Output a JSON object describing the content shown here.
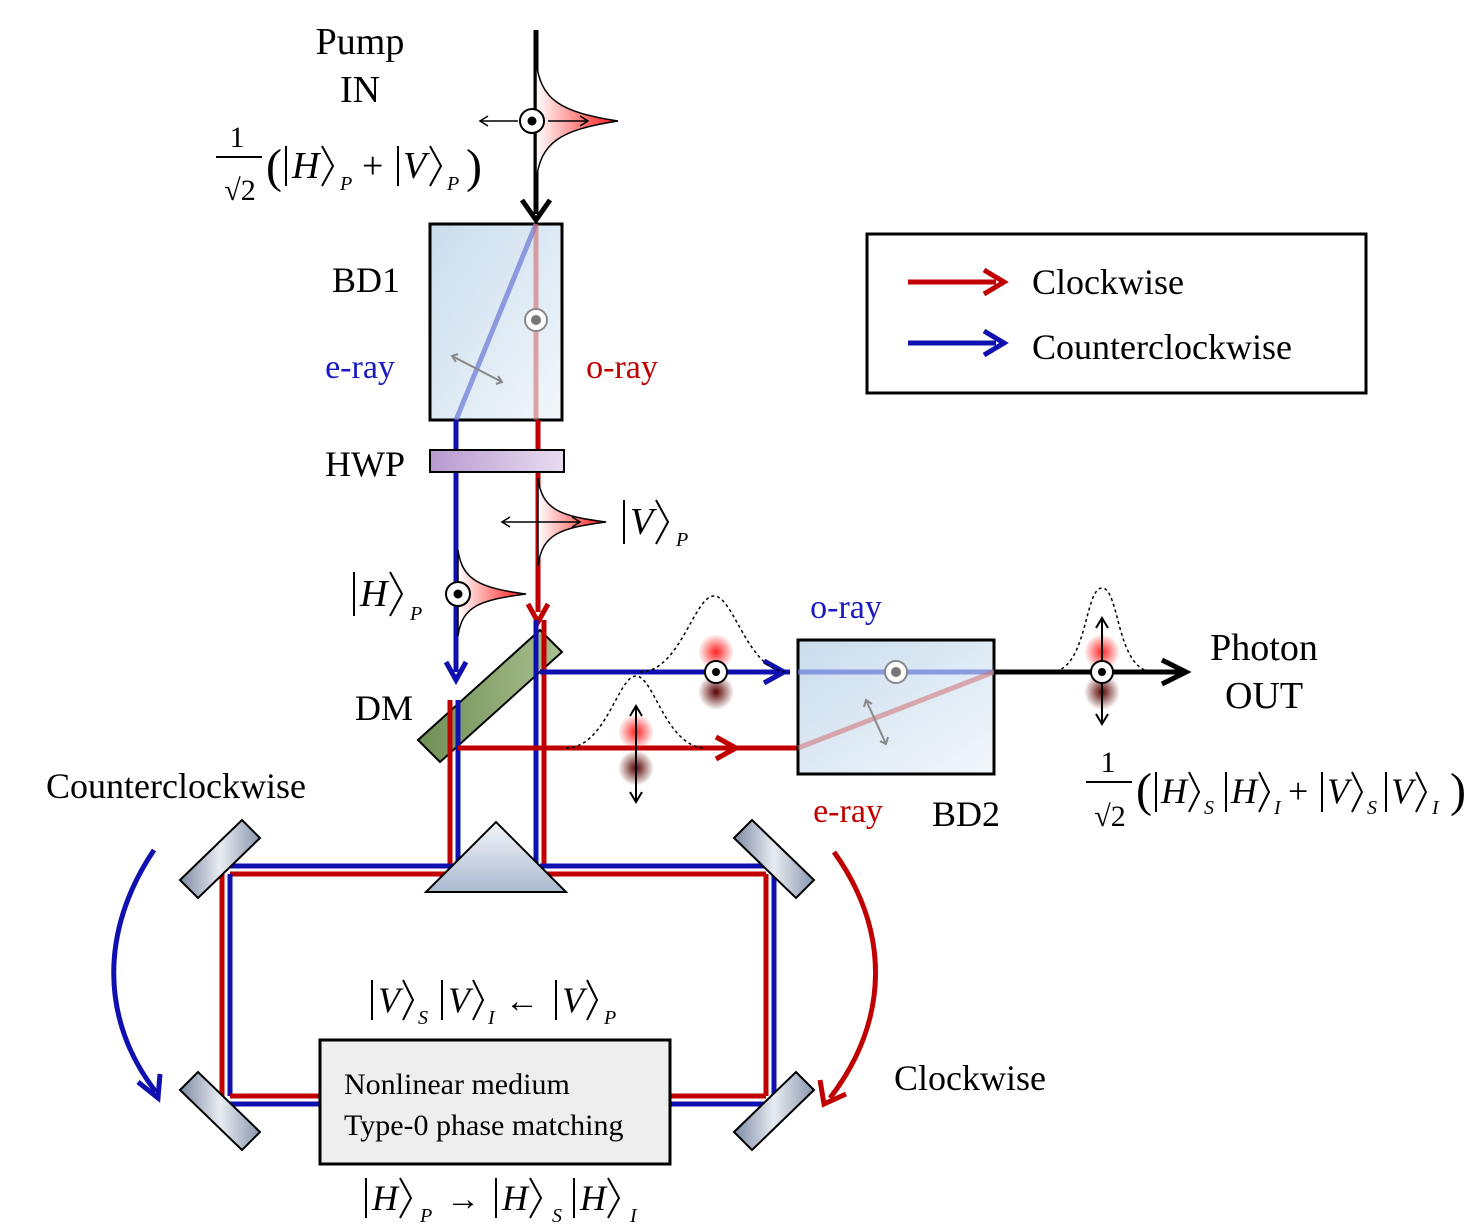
{
  "labels": {
    "pump_line1": "Pump",
    "pump_line2": "IN",
    "bd1": "BD1",
    "bd2": "BD2",
    "hwp": "HWP",
    "dm": "DM",
    "bd1_eray": "e-ray",
    "bd1_oray": "o-ray",
    "bd2_oray": "o-ray",
    "bd2_eray": "e-ray",
    "photon_line1": "Photon",
    "photon_line2": "OUT",
    "ccw_side": "Counterclockwise",
    "cw_side": "Clockwise",
    "crystal_line1": "Nonlinear medium",
    "crystal_line2": "Type-0 phase matching"
  },
  "legend": {
    "items": [
      {
        "label": "Clockwise",
        "color": "#c00000"
      },
      {
        "label": "Counterclockwise",
        "color": "#1010b0"
      }
    ]
  },
  "math": {
    "frac_num": "1",
    "frac_den": "√2",
    "ket_H": "H",
    "ket_V": "V",
    "sub_P": "P",
    "sub_S": "S",
    "sub_I": "I",
    "plus": "+",
    "arrow_left": "←",
    "arrow_right": "→"
  },
  "colors": {
    "clockwise": "#c00000",
    "counterclockwise": "#1010b0",
    "crystal_fill": "#eeeeee",
    "dm_fill": "#8faa72",
    "hwp_fill": "#c8a8d8",
    "bd_fill": "#dce8f4"
  }
}
